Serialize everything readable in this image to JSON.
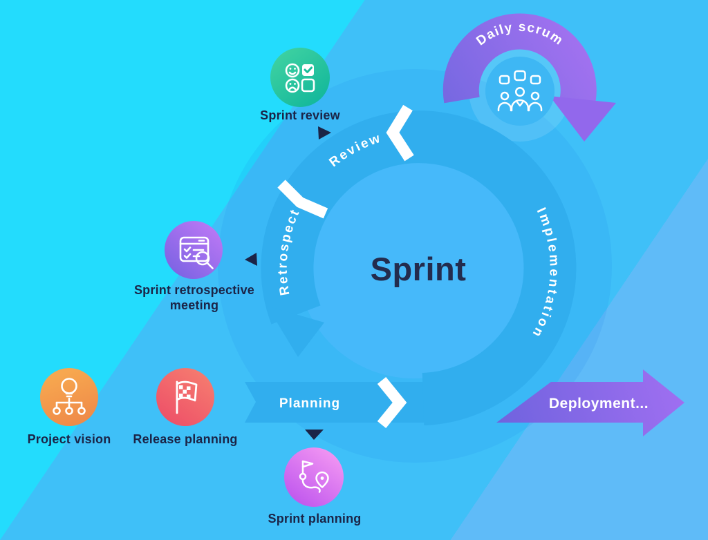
{
  "background": {
    "stripe_colors": [
      "#23dcfd",
      "#3fc0f8",
      "#5fbbf8"
    ]
  },
  "sprint_cycle": {
    "center_label": "Sprint",
    "segments": {
      "review": "Review",
      "retrospect": "Retrospect",
      "implementation": "Implementation",
      "planning": "Planning"
    },
    "ring_color": "#31aeee",
    "inner_disc_color": "#46b9fa"
  },
  "daily_scrum": {
    "label": "Daily scrum",
    "icon": "team-discussion-icon",
    "arrow_colors": [
      "#7668e1",
      "#a873f2"
    ]
  },
  "deployment": {
    "label": "Deployment...",
    "arrow_colors": [
      "#6f63de",
      "#a06ff1"
    ]
  },
  "milestones": [
    {
      "label": "Sprint review",
      "icon": "feedback-checklist-icon",
      "colors": [
        "#3ed1a1",
        "#12b79b"
      ]
    },
    {
      "label": "Sprint retrospective meeting",
      "lines": [
        "Sprint retrospective",
        "meeting"
      ],
      "icon": "document-magnifier-icon",
      "colors": [
        "#b877f4",
        "#7c63e3"
      ]
    },
    {
      "label": "Project vision",
      "icon": "lightbulb-hierarchy-icon",
      "colors": [
        "#f7a74f",
        "#ef8b49"
      ]
    },
    {
      "label": "Release planning",
      "icon": "checkered-flag-icon",
      "colors": [
        "#f5796f",
        "#ee5168"
      ]
    },
    {
      "label": "Sprint planning",
      "icon": "route-pin-icon",
      "colors": [
        "#ef92f2",
        "#c058ee"
      ]
    }
  ],
  "text_colors": {
    "label_navy": "#1b2447",
    "sprint_navy": "#232c4e",
    "white": "#ffffff"
  }
}
